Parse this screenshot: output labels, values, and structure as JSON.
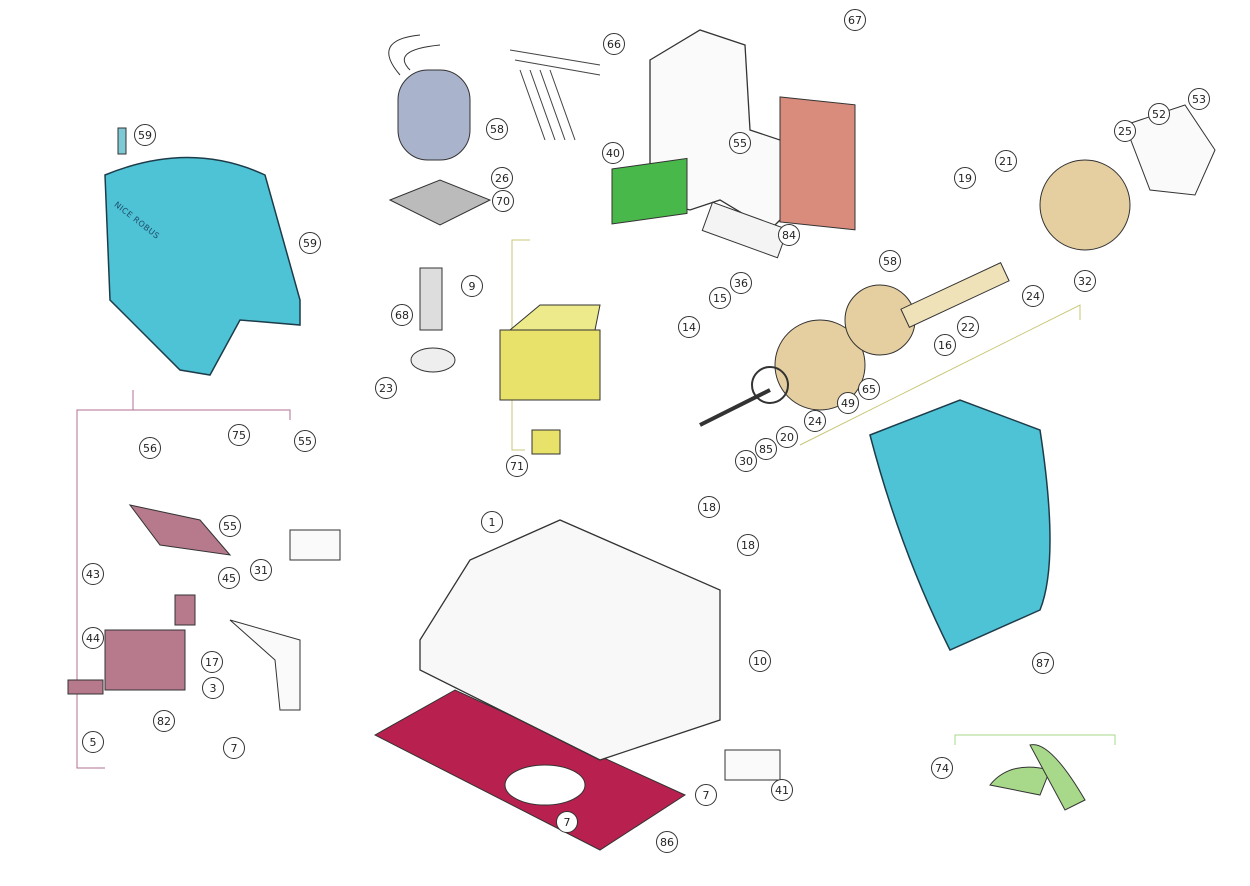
{
  "diagram": {
    "cover_brand_text": "NICE ROBUS",
    "callouts": [
      "59",
      "59",
      "58",
      "66",
      "67",
      "26",
      "70",
      "40",
      "55",
      "84",
      "53",
      "52",
      "25",
      "21",
      "19",
      "9",
      "68",
      "36",
      "15",
      "14",
      "58",
      "24",
      "32",
      "22",
      "16",
      "65",
      "49",
      "24",
      "20",
      "85",
      "30",
      "23",
      "75",
      "55",
      "56",
      "71",
      "55",
      "18",
      "18",
      "1",
      "31",
      "45",
      "43",
      "17",
      "44",
      "3",
      "10",
      "87",
      "82",
      "5",
      "7",
      "7",
      "7",
      "41",
      "86",
      "74"
    ],
    "colors": {
      "cover": "#4fc3d6",
      "motor": "#a9b3cc",
      "board": "#d98c7c",
      "pcb": "#49b84a",
      "transformer": "#e8e26a",
      "bracket": "#b77a8c",
      "base_plate": "#b8214f",
      "gear": "#e5cfa0",
      "handle": "#a8d98a",
      "leader_purple": "#b07090",
      "leader_olive": "#c8c77a"
    }
  }
}
